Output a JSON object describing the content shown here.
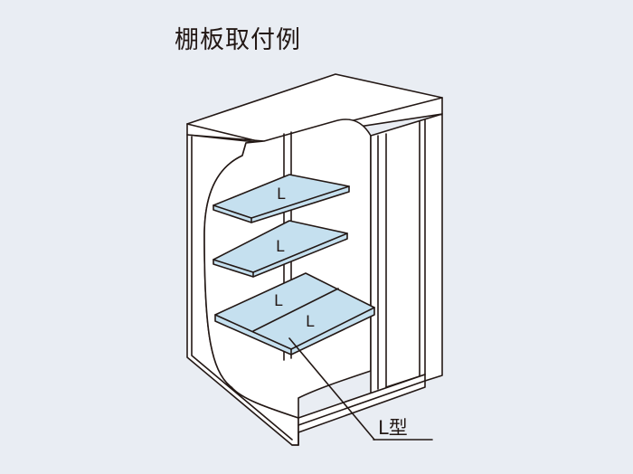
{
  "title": "棚板取付例",
  "shelf_labels": [
    "L",
    "L",
    "L",
    "L"
  ],
  "callout_label": "L型",
  "colors": {
    "background": "#e9edf3",
    "cabinet": "#ffffff",
    "shelf": "#c5e0ef",
    "line": "#231815"
  }
}
